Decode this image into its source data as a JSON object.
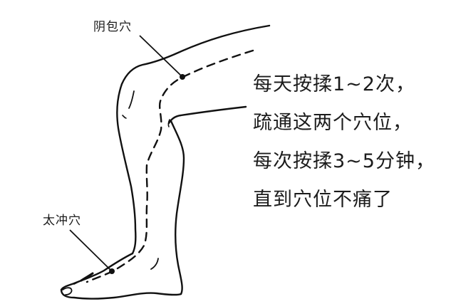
{
  "diagram": {
    "subject": "leg acupoints",
    "points": [
      {
        "name": "阴包穴",
        "location": "inner thigh above knee"
      },
      {
        "name": "太冲穴",
        "location": "top of foot"
      }
    ],
    "colors": {
      "line": "#111111",
      "text": "#1c1c1c",
      "background": "#ffffff"
    }
  },
  "labels": {
    "yinbao": "阴包穴",
    "taichong": "太冲穴"
  },
  "instructions": [
    "每天按揉1~2次，",
    "疏通这两个穴位，",
    "每次按揉3~5分钟，",
    "直到穴位不痛了"
  ]
}
